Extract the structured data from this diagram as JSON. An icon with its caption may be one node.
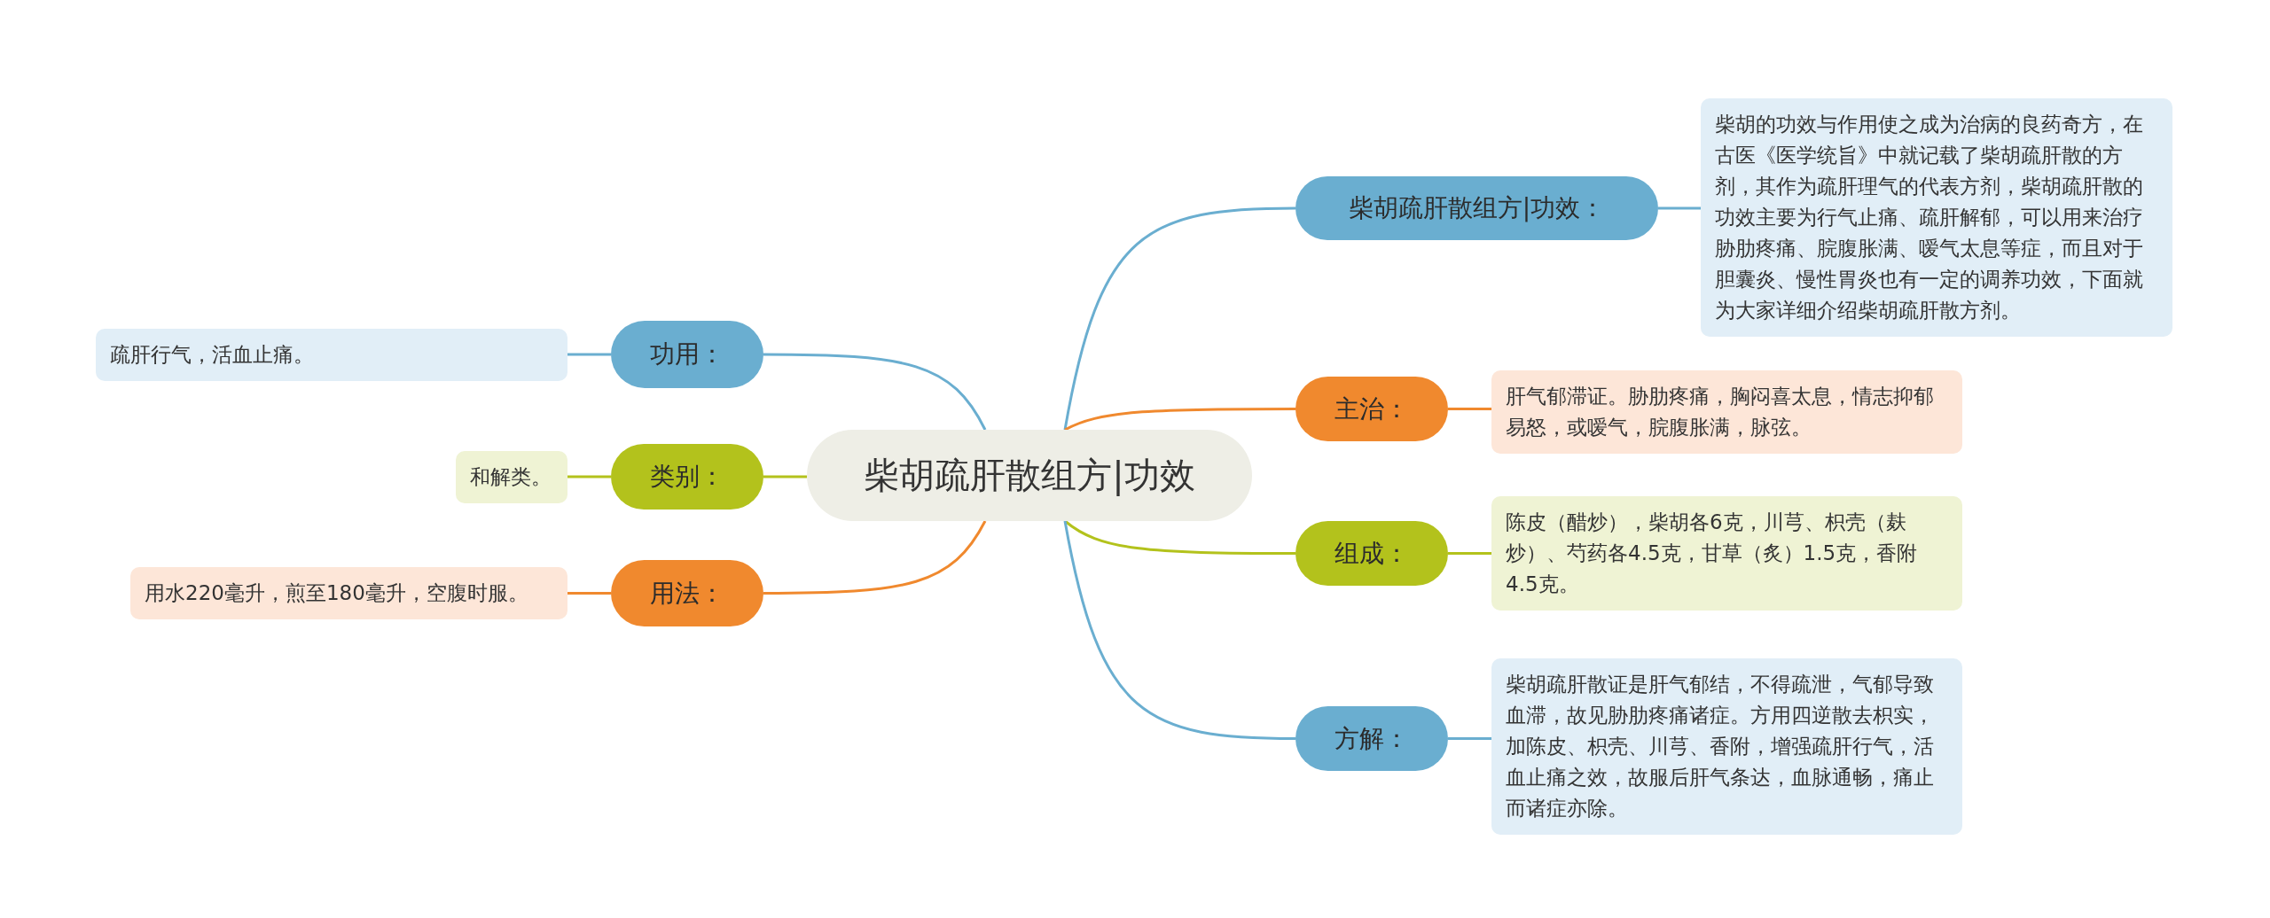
{
  "diagram": {
    "nodes": [
      {
        "text": [
          "柴胡疏肝散组方|功效"
        ]
      },
      {
        "text": [
          "柴胡疏肝散组方|功效："
        ]
      },
      {
        "text": [
          "柴胡的功效与作用使之成为治病的良药奇方，在古医《医学统旨》中就记载了柴胡疏肝散的方剂，其作为疏肝理气的代表方剂，柴胡疏肝散的功效主要为行气止痛、疏肝解郁，可以用来治疗胁肋疼痛、脘腹胀满、嗳气太息等症，而且对于胆囊炎、慢性胃炎也有一定的调养功效，下面就为大家详细介绍柴胡疏肝散方剂。"
        ]
      },
      {
        "text": [
          "主治："
        ]
      },
      {
        "text": [
          "肝气郁滞证。胁肋疼痛，胸闷喜太息，情志抑郁易怒，或嗳气，脘腹胀满，脉弦。"
        ]
      },
      {
        "text": [
          "组成："
        ]
      },
      {
        "text": [
          "陈皮（醋炒），柴胡各6克，川芎、枳壳（麸炒）、芍药各4.5克，甘草（炙）1.5克，香附4.5克。"
        ]
      },
      {
        "text": [
          "方解："
        ]
      },
      {
        "text": [
          "柴胡疏肝散证是肝气郁结，不得疏泄，气郁导致血滞，故见胁肋疼痛诸症。方用四逆散去枳实，加陈皮、枳壳、川芎、香附，增强疏肝行气，活血止痛之效，故服后肝气条达，血脉通畅，痛止而诸症亦除。"
        ]
      },
      {
        "text": [
          "功用："
        ]
      },
      {
        "text": [
          "疏肝行气，活血止痛。"
        ]
      },
      {
        "text": [
          "类别："
        ]
      },
      {
        "text": [
          "和解类。"
        ]
      },
      {
        "text": [
          "用法："
        ]
      },
      {
        "text": [
          "用水220毫升，煎至180毫升，空腹时服。"
        ]
      }
    ],
    "edges": [
      {
        "from": 0,
        "to": 1,
        "arrow": "none"
      },
      {
        "from": 1,
        "to": 2,
        "arrow": "none"
      },
      {
        "from": 0,
        "to": 3,
        "arrow": "none",
        "color": "#f0892e"
      },
      {
        "from": 3,
        "to": 4,
        "arrow": "none",
        "color": "#f0892e"
      },
      {
        "from": 0,
        "to": 5,
        "arrow": "none",
        "color": "#b3c21c"
      },
      {
        "from": 5,
        "to": 6,
        "arrow": "none",
        "color": "#b3c21c"
      },
      {
        "from": 0,
        "to": 7,
        "arrow": "none"
      },
      {
        "from": 7,
        "to": 8,
        "arrow": "none"
      },
      {
        "from": 0,
        "to": 9,
        "arrow": "none"
      },
      {
        "from": 9,
        "to": 10,
        "arrow": "none"
      },
      {
        "from": 0,
        "to": 11,
        "arrow": "none",
        "color": "#b3c21c"
      },
      {
        "from": 11,
        "to": 12,
        "arrow": "none",
        "color": "#b3c21c"
      },
      {
        "from": 0,
        "to": 13,
        "arrow": "none",
        "color": "#f0892e"
      },
      {
        "from": 13,
        "to": 14,
        "arrow": "none",
        "color": "#f0892e"
      }
    ]
  }
}
